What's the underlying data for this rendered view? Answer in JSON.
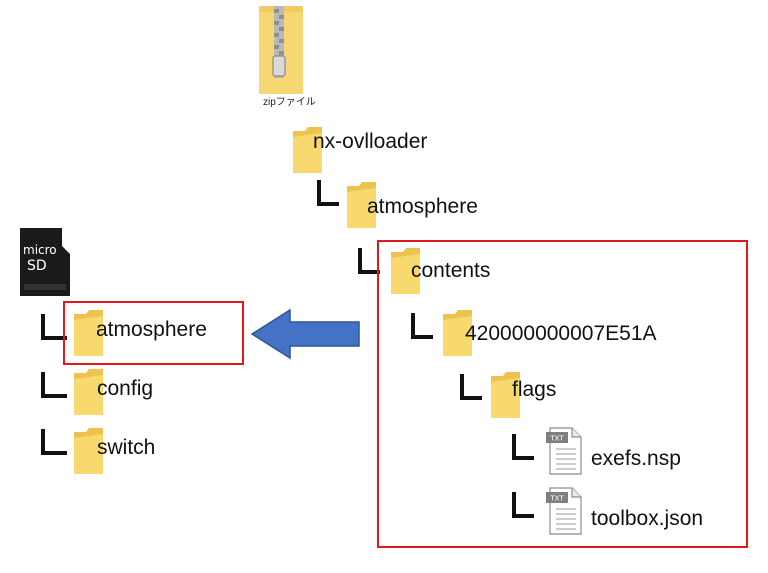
{
  "zip": {
    "label": "zipファイル",
    "icon": "zip-folder-icon"
  },
  "source_tree": {
    "root": "nx-ovlloader",
    "atmosphere": "atmosphere",
    "contents": "contents",
    "title_id": "420000000007E51A",
    "flags": "flags",
    "files": [
      "exefs.nsp",
      "toolbox.json"
    ],
    "file_badge": "TXT"
  },
  "sd_card": {
    "label_line1": "micro",
    "label_line2": "SD",
    "items": [
      "atmosphere",
      "config",
      "switch"
    ]
  },
  "colors": {
    "highlight_box": "#e0191e",
    "arrow": "#4472c4",
    "folder": "#f7d468"
  }
}
